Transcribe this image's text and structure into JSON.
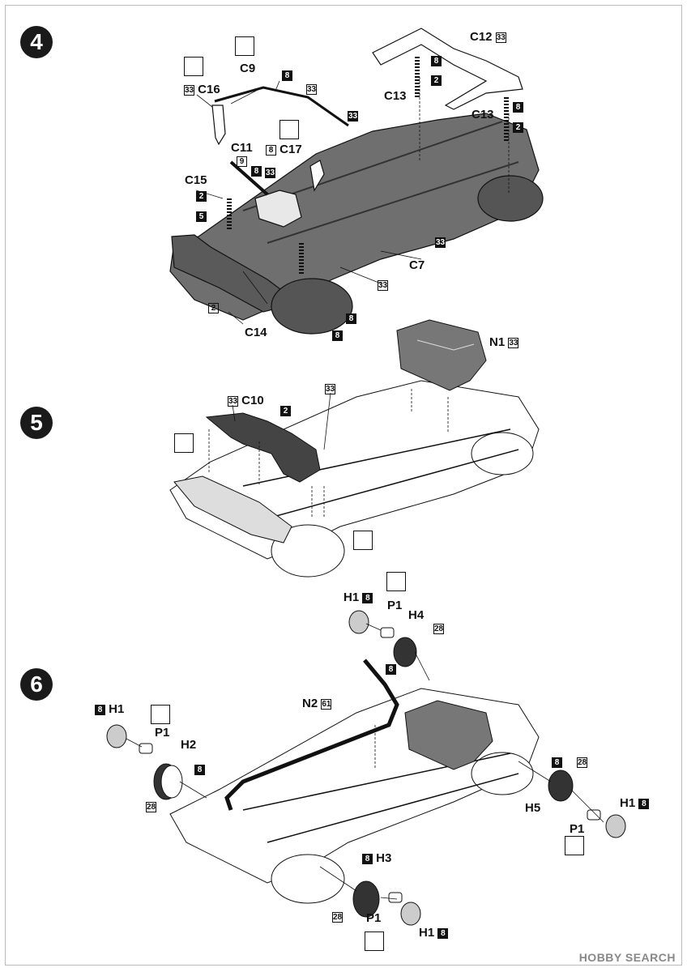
{
  "steps": [
    "4",
    "5",
    "6"
  ],
  "step4": {
    "parts": [
      "C16",
      "C9",
      "C12",
      "C13",
      "C13",
      "C11",
      "C17",
      "C15",
      "C7",
      "C14"
    ],
    "paint_codes": [
      "33",
      "8",
      "33",
      "33",
      "8",
      "2",
      "8",
      "2",
      "33",
      "9",
      "8",
      "33",
      "8",
      "2",
      "5",
      "33",
      "33",
      "2",
      "8"
    ]
  },
  "step5": {
    "parts": [
      "N1",
      "C10"
    ],
    "paint_codes": [
      "33",
      "33",
      "2",
      "33"
    ]
  },
  "step6": {
    "parts": [
      "H1",
      "P1",
      "H4",
      "N2",
      "H1",
      "P1",
      "H2",
      "H5",
      "H1",
      "P1",
      "H3",
      "P1",
      "H1"
    ],
    "paint_codes": [
      "8",
      "28",
      "8",
      "61",
      "8",
      "8",
      "28",
      "8",
      "28",
      "8",
      "8",
      "28",
      "8"
    ]
  },
  "watermark": "HOBBY SEARCH"
}
